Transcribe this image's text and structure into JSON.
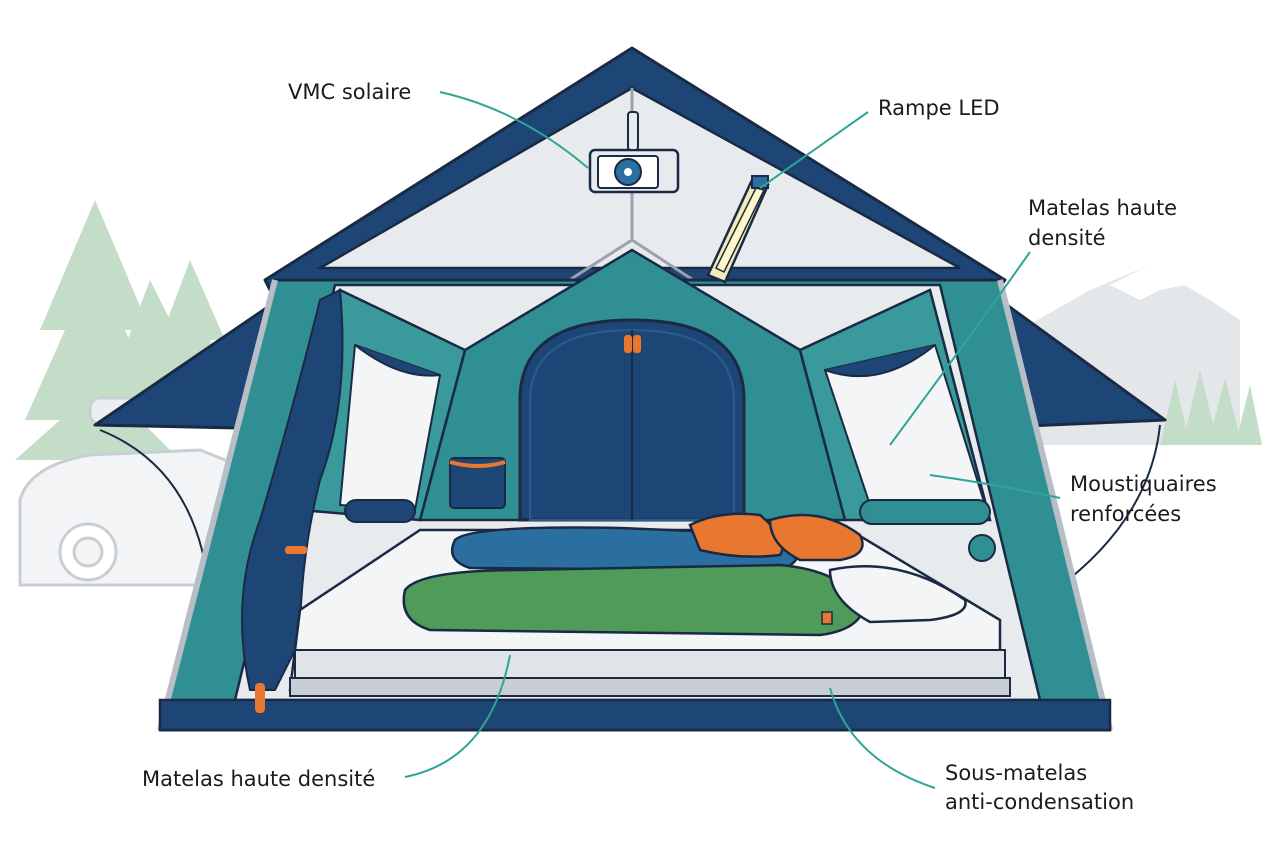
{
  "labels": {
    "vmc": "VMC solaire",
    "led": "Rampe LED",
    "matelas_top_line1": "Matelas haute",
    "matelas_top_line2": "densité",
    "moustiquaires_line1": "Moustiquaires",
    "moustiquaires_line2": "renforcées",
    "matelas_bottom": "Matelas haute densité",
    "sous_matelas_line1": "Sous-matelas",
    "sous_matelas_line2": "anti-condensation"
  },
  "colors": {
    "navy": "#1d4677",
    "teal": "#2f8f93",
    "teal_light": "#4aa6a4",
    "inner_wall": "#e8ebee",
    "orange": "#e8782f",
    "green": "#4f9b5a",
    "blue_bag": "#2b6fa0",
    "leader": "#2fa597",
    "background_green": "#c4ddc8",
    "background_grey": "#e4e7ea"
  },
  "icons": [
    "fan-icon",
    "led-bar-icon",
    "tree-icon",
    "mountain-icon",
    "car-icon",
    "zipper-pull-icon",
    "pillow-icon",
    "sleeping-bag-icon",
    "curtain-icon",
    "pocket-icon"
  ]
}
